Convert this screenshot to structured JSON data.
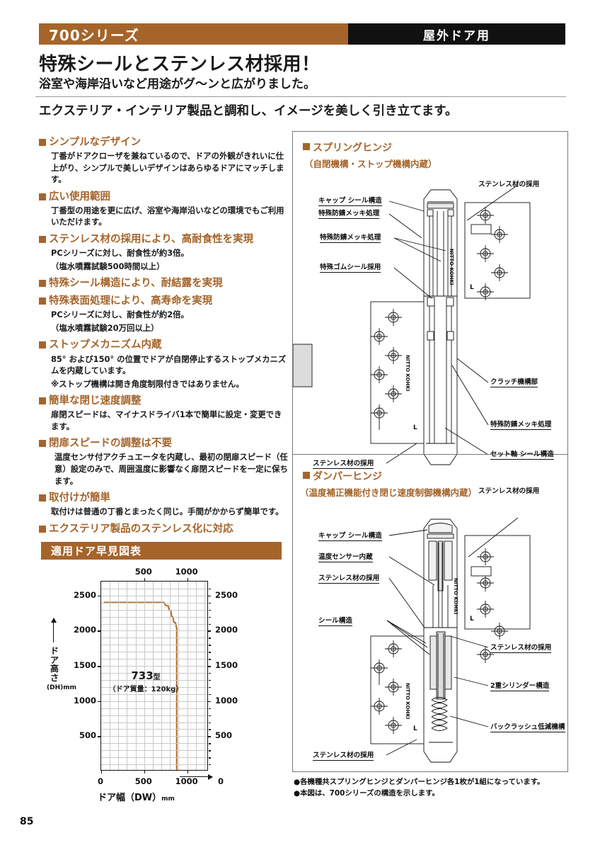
{
  "header": {
    "series_label": "700シリーズ",
    "use_label": "屋外ドア用",
    "headline": "特殊シールとステンレス材採用！",
    "subheadline": "浴室や海岸沿いなど用途がグ〜ンと広がりました。",
    "tagline": "エクステリア・インテリア製品と調和し、イメージを美しく引き立てます。"
  },
  "features": [
    {
      "title": "シンプルなデザイン",
      "body": "丁番がドアクローザを兼ねているので、ドアの外観がきれいに仕上がり、シンプルで美しいデザインはあらゆるドアにマッチします。"
    },
    {
      "title": "広い使用範囲",
      "body": "丁番型の用途を更に広げ、浴室や海岸沿いなどの環境でもご利用いただけます。"
    },
    {
      "title": "ステンレス材の採用により、高耐食性を実現",
      "body": "PCシリーズに対し、耐食性が約3倍。",
      "body2": "（塩水噴霧試験500時間以上）"
    },
    {
      "title": "特殊シール構造により、耐結露を実現",
      "body": ""
    },
    {
      "title": "特殊表面処理により、高寿命を実現",
      "body": "PCシリーズに対し、耐食性が約2倍。",
      "body2": "（塩水噴霧試験20万回以上）"
    },
    {
      "title": "ストップメカニズム内蔵",
      "body": "85° および150° の位置でドアが自閉停止するストップメカニズムを内蔵しています。",
      "body2": "※ストップ機構は開き角度制限付きではありません。"
    },
    {
      "title": "簡単な閉じ速度調整",
      "body": "扉閉スピードは、マイナスドライバ1本で簡単に設定・変更できます。"
    },
    {
      "title": "閉扉スピードの調整は不要",
      "body": "温度センサ付アクチュエータを内蔵し、最初の閉扉スピード（任意）設定のみで、周囲温度に影響なく扉閉スピードを一定に保ちます。"
    },
    {
      "title": "取付けが簡単",
      "body": "取付けは普通の丁番とまったく同じ。手間がかからず簡単です。"
    },
    {
      "title": "エクステリア製品のステンレス化に対応",
      "body": ""
    }
  ],
  "chart_section": {
    "title": "適用ドア早見図表"
  },
  "chart_data": {
    "type": "line",
    "title": "適用ドア早見図表",
    "xlabel": "ドア幅（DW）mm",
    "ylabel": "ドア高さ（DH）mm",
    "xlim": [
      0,
      1250
    ],
    "ylim": [
      0,
      2700
    ],
    "x_ticks_bottom": [
      "0",
      "500",
      "1000",
      "0"
    ],
    "x_ticks_top": [
      "500",
      "1000"
    ],
    "y_ticks_left": [
      "500",
      "1000",
      "1500",
      "2000",
      "2500"
    ],
    "y_ticks_right": [
      "500",
      "1000",
      "1500",
      "2000",
      "2500"
    ],
    "grid": true,
    "legend_position": "inside",
    "annotation_model": "733",
    "annotation_model_suffix": "型",
    "annotation_mass": "（ドア質量：120kg）",
    "series": [
      {
        "name": "733型 (ドア質量:120kg)",
        "color": "#b5732c",
        "points": [
          [
            30,
            2400
          ],
          [
            740,
            2400
          ],
          [
            760,
            2360
          ],
          [
            790,
            2350
          ],
          [
            800,
            2290
          ],
          [
            820,
            2280
          ],
          [
            830,
            2200
          ],
          [
            845,
            2190
          ],
          [
            855,
            2120
          ],
          [
            875,
            2110
          ],
          [
            885,
            2050
          ],
          [
            890,
            2040
          ],
          [
            890,
            0
          ]
        ]
      }
    ]
  },
  "diagram": {
    "spring": {
      "title": "スプリングヒンジ",
      "subtitle": "（自閉機構・ストップ機構内蔵）",
      "labels": {
        "stainless_top": "ステンレス材の採用",
        "cap_seal": "キャップ シール構造",
        "plating1": "特殊防錆メッキ処理",
        "plating2": "特殊防錆メッキ処理",
        "rubber_seal": "特殊ゴムシール採用",
        "clutch": "クラッチ機構部",
        "plating3": "特殊防錆メッキ処理",
        "set_shaft": "セット軸 シール構造",
        "stainless_bottom": "ステンレス材の採用"
      }
    },
    "damper": {
      "title": "ダンパーヒンジ",
      "subtitle": "（温度補正機能付き閉じ速度制御機構内蔵）",
      "labels": {
        "stainless_top": "ステンレス材の採用",
        "cap_seal": "キャップ シール構造",
        "temp_sensor": "温度センサー内蔵",
        "stainless_mid": "ステンレス材の採用",
        "seal_struct": "シール構造",
        "stainless_right": "ステンレス材の採用",
        "double_cylinder": "2重シリンダー構造",
        "backlash": "バックラッシュ低減機構",
        "stainless_bottom": "ステンレス材の採用"
      }
    },
    "brand_mark": "NITTO KOHKI",
    "plate_mark": "L"
  },
  "notes": [
    "●各機種共スプリングヒンジとダンパーヒンジ各1枚が1組になっています。",
    "●本図は、700シリーズの構造を示します。"
  ],
  "page_number": "85",
  "colors": {
    "accent": "#a5642a",
    "curve": "#b5732c",
    "black": "#111111"
  }
}
